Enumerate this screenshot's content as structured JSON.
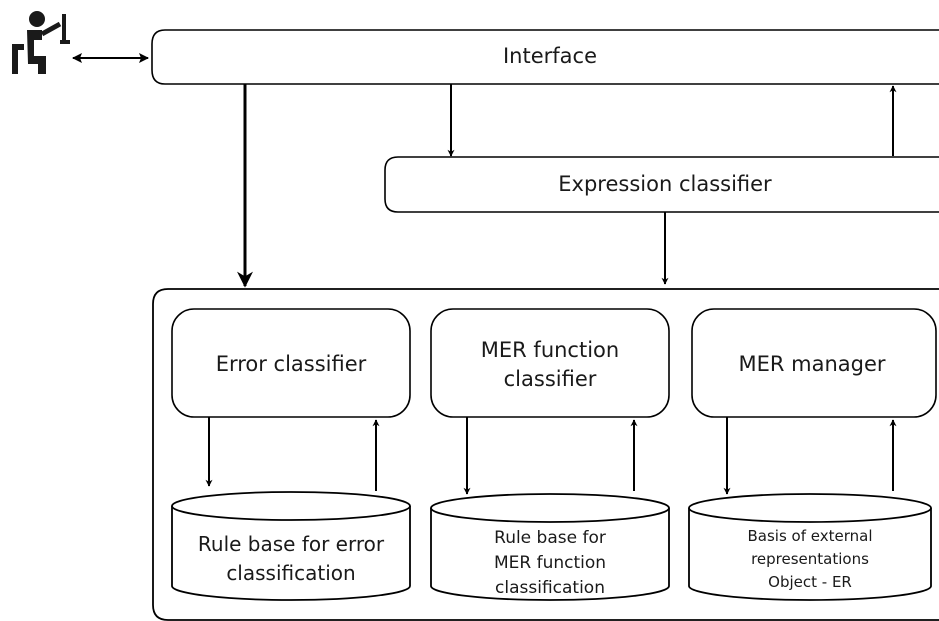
{
  "interface": {
    "label": "Interface"
  },
  "expression_classifier": {
    "label": "Expression classifier"
  },
  "modules": {
    "error_classifier": {
      "label": "Error classifier"
    },
    "mer_function_classifier": {
      "line1": "MER function",
      "line2": "classifier"
    },
    "mer_manager": {
      "label": "MER manager"
    }
  },
  "databases": {
    "error_rules": {
      "line1": "Rule base for error",
      "line2": "classification"
    },
    "mer_rules": {
      "line1": "Rule base for",
      "line2": "MER function",
      "line3": "classification"
    },
    "er_basis": {
      "line1": "Basis of external",
      "line2": "representations",
      "line3": "Object - ER"
    }
  },
  "user_icon": {
    "icon": "person-at-computer-icon"
  }
}
